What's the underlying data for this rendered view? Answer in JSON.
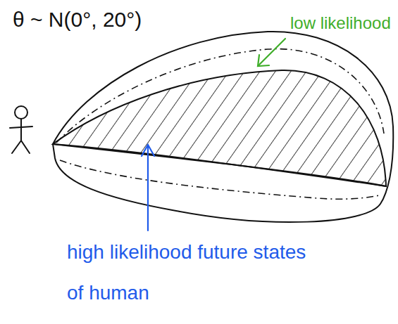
{
  "diagram": {
    "labels": [
      "θ ~ N(0°, 20°)",
      "low likelihood",
      "high likelihood future states of human"
    ]
  }
}
